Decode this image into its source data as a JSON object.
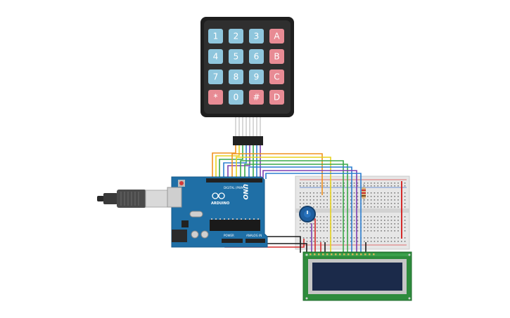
{
  "keypad": {
    "keys": [
      {
        "label": "1",
        "kind": "num"
      },
      {
        "label": "2",
        "kind": "num"
      },
      {
        "label": "3",
        "kind": "num"
      },
      {
        "label": "A",
        "kind": "letter"
      },
      {
        "label": "4",
        "kind": "num"
      },
      {
        "label": "5",
        "kind": "num"
      },
      {
        "label": "6",
        "kind": "num"
      },
      {
        "label": "B",
        "kind": "letter"
      },
      {
        "label": "7",
        "kind": "num"
      },
      {
        "label": "8",
        "kind": "num"
      },
      {
        "label": "9",
        "kind": "num"
      },
      {
        "label": "C",
        "kind": "letter"
      },
      {
        "label": "*",
        "kind": "letter"
      },
      {
        "label": "0",
        "kind": "num"
      },
      {
        "label": "#",
        "kind": "letter"
      },
      {
        "label": "D",
        "kind": "letter"
      }
    ]
  },
  "arduino": {
    "brand": "ARDUINO",
    "model": "UNO",
    "digital_header": "DIGITAL (PWM ~)",
    "power_header": "POWER",
    "analog_header": "ANALOG IN"
  },
  "colors": {
    "key_num": "#8fc6dd",
    "key_letter": "#e88b94",
    "keypad_body": "#2b2b2b",
    "board": "#1f6fa6",
    "lcd_pcb": "#2e8b3c",
    "lcd_screen": "#1b2a4a",
    "wire_orange": "#f0921e",
    "wire_yellow": "#e7d21d",
    "wire_green": "#3aa94a",
    "wire_blue": "#2d7fd0",
    "wire_purple": "#7b3fb1",
    "wire_red": "#d42a2a",
    "wire_black": "#1a1a1a"
  }
}
